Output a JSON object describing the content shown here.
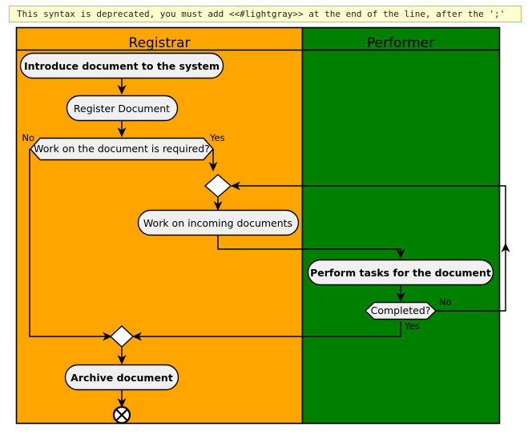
{
  "warning": {
    "text": "This syntax is deprecated, you must add <<#lightgray>> at the end of the line, after the ';'",
    "background": "#FEFECE",
    "border": "#D4B75F"
  },
  "diagram": {
    "type": "activity-diagram",
    "swimlanes": [
      {
        "id": "registrar",
        "title": "Registrar",
        "color": "#FFA500"
      },
      {
        "id": "performer",
        "title": "Performer",
        "color": "#008000"
      }
    ],
    "node_fill": "#F0F0F0",
    "node_stroke": "#000000",
    "nodes": [
      {
        "id": "start-activity",
        "label": "Introduce document to the system",
        "shape": "rounded-rect",
        "lane": "registrar",
        "bold": true
      },
      {
        "id": "register-document",
        "label": "Register Document",
        "shape": "rounded-rect",
        "lane": "registrar",
        "bold": false
      },
      {
        "id": "work-required-decision",
        "label": "Work on the document is required?",
        "shape": "diamond-wide",
        "lane": "registrar",
        "bold": false
      },
      {
        "id": "merge-work",
        "label": "",
        "shape": "diamond",
        "lane": "registrar",
        "bold": false
      },
      {
        "id": "work-incoming",
        "label": "Work on incoming documents",
        "shape": "rounded-rect",
        "lane": "registrar",
        "bold": false
      },
      {
        "id": "perform-tasks",
        "label": "Perform tasks for the document",
        "shape": "rounded-rect",
        "lane": "performer",
        "bold": true
      },
      {
        "id": "completed-decision",
        "label": "Completed?",
        "shape": "diamond-wide",
        "lane": "performer",
        "bold": false
      },
      {
        "id": "merge-archive",
        "label": "",
        "shape": "diamond",
        "lane": "registrar",
        "bold": false
      },
      {
        "id": "archive-document",
        "label": "Archive document",
        "shape": "rounded-rect",
        "lane": "registrar",
        "bold": true
      },
      {
        "id": "end-node",
        "label": "",
        "shape": "end-circle-cross",
        "lane": "registrar",
        "bold": false
      }
    ],
    "edge_labels": {
      "work_required_no": "No",
      "work_required_yes": "Yes",
      "completed_no": "No",
      "completed_yes": "Yes"
    }
  }
}
